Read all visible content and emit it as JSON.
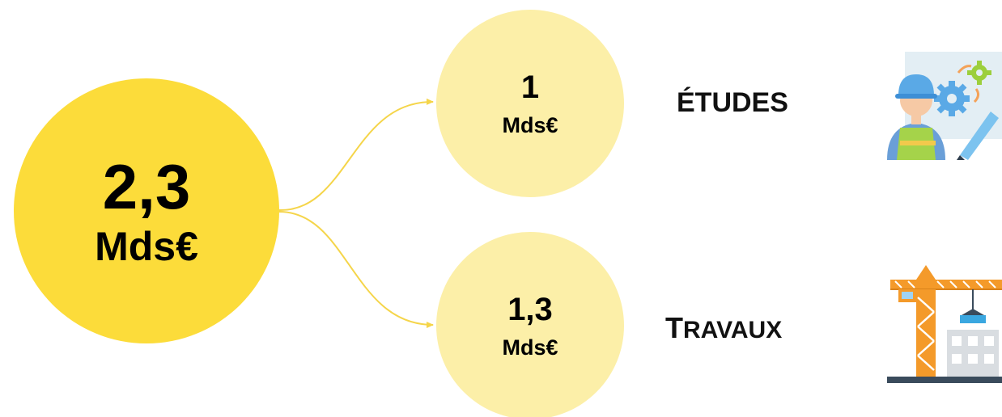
{
  "main": {
    "value": "2,3",
    "unit": "Mds€"
  },
  "branches": [
    {
      "value": "1",
      "unit": "Mds€",
      "label": "ÉTUDES",
      "icon": "engineer-icon"
    },
    {
      "value": "1,3",
      "unit": "Mds€",
      "label_first": "T",
      "label_rest": "RAVAUX",
      "icon": "construction-crane-icon"
    }
  ],
  "colors": {
    "main_circle": "#fcdc3a",
    "sub_circle": "#fcefa8",
    "connector": "#f5d54a"
  }
}
